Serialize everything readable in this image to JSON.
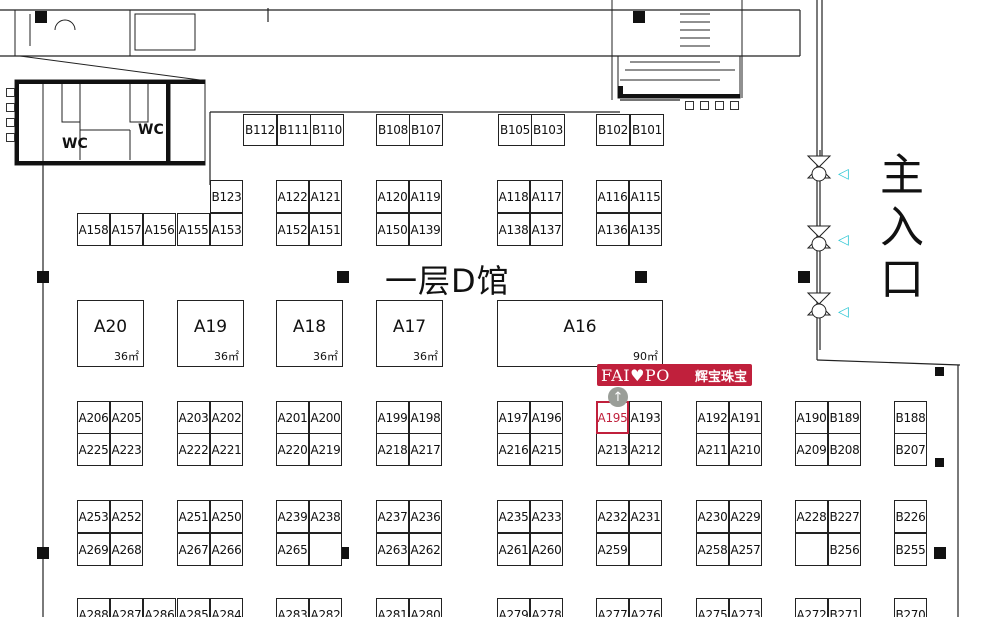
{
  "hall_title": "一层D馆",
  "entrance_label": "主入口",
  "entrance_arrow": "◁",
  "wc_label": "WC",
  "marker_icon": "↑",
  "logo": {
    "en": "FAI♥PO",
    "zh": "辉宝珠宝",
    "color": "#c0203c"
  },
  "highlighted_booth": "A195",
  "large_booths": [
    {
      "code": "A20",
      "area": "36㎡"
    },
    {
      "code": "A19",
      "area": "36㎡"
    },
    {
      "code": "A18",
      "area": "36㎡"
    },
    {
      "code": "A17",
      "area": "36㎡"
    },
    {
      "code": "A16",
      "area": "90㎡"
    }
  ],
  "booths": [
    "B112",
    "B111",
    "B110",
    "B108",
    "B107",
    "B105",
    "B103",
    "B102",
    "B101",
    "B123",
    "A122",
    "A121",
    "A120",
    "A119",
    "A118",
    "A117",
    "A116",
    "A115",
    "A158",
    "A157",
    "A156",
    "A155",
    "A153",
    "A152",
    "A151",
    "A150",
    "A139",
    "A138",
    "A137",
    "A136",
    "A135",
    "A206",
    "A205",
    "A203",
    "A202",
    "A201",
    "A200",
    "A199",
    "A198",
    "A197",
    "A196",
    "A195",
    "A193",
    "A192",
    "A191",
    "A190",
    "B189",
    "B188",
    "A225",
    "A223",
    "A222",
    "A221",
    "A220",
    "A219",
    "A218",
    "A217",
    "A216",
    "A215",
    "A213",
    "A212",
    "A211",
    "A210",
    "A209",
    "B208",
    "B207",
    "A253",
    "A252",
    "A251",
    "A250",
    "A239",
    "A238",
    "A237",
    "A236",
    "A235",
    "A233",
    "A232",
    "A231",
    "A230",
    "A229",
    "A228",
    "B227",
    "B226",
    "A269",
    "A268",
    "A267",
    "A266",
    "A265",
    "A263",
    "A262",
    "A261",
    "A260",
    "A259",
    "A258",
    "A257",
    "B256",
    "B255",
    "A288",
    "A287",
    "A286",
    "A285",
    "A284",
    "A283",
    "A282",
    "A281",
    "A280",
    "A279",
    "A278",
    "A277",
    "A276",
    "A275",
    "A273",
    "A272",
    "B271",
    "B270"
  ]
}
